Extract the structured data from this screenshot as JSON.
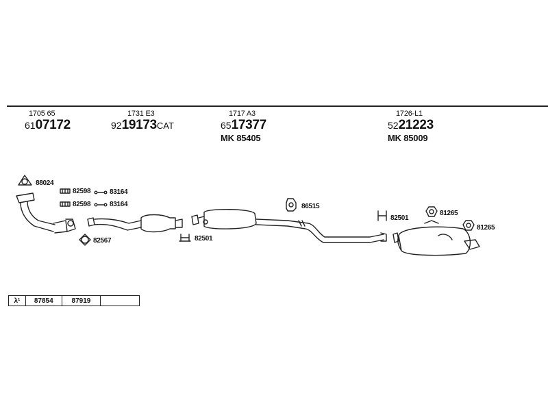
{
  "header": [
    {
      "code": "1705 65",
      "prefix": "61",
      "number": "07172",
      "suffix": "",
      "mk": ""
    },
    {
      "code": "1731 E3",
      "prefix": "92",
      "number": "19173",
      "suffix": "CAT",
      "mk": ""
    },
    {
      "code": "1717 A3",
      "prefix": "65",
      "number": "17377",
      "suffix": "",
      "mk": "MK 85405"
    },
    {
      "code": "1726-L1",
      "prefix": "52",
      "number": "21223",
      "suffix": "",
      "mk": "MK 85009"
    }
  ],
  "labels": {
    "gasket_top": "88024",
    "bolt_1": "82598",
    "nut_1": "83164",
    "bolt_2": "82598",
    "nut_2": "83164",
    "ring": "82567",
    "clamp_mid": "82501",
    "hanger_mid": "86515",
    "clamp_rear": "82501",
    "hanger_rear_1": "81265",
    "hanger_rear_2": "81265"
  },
  "lambda_table": {
    "symbol": "λ¹",
    "cells": [
      "87854",
      "87919",
      ""
    ]
  }
}
